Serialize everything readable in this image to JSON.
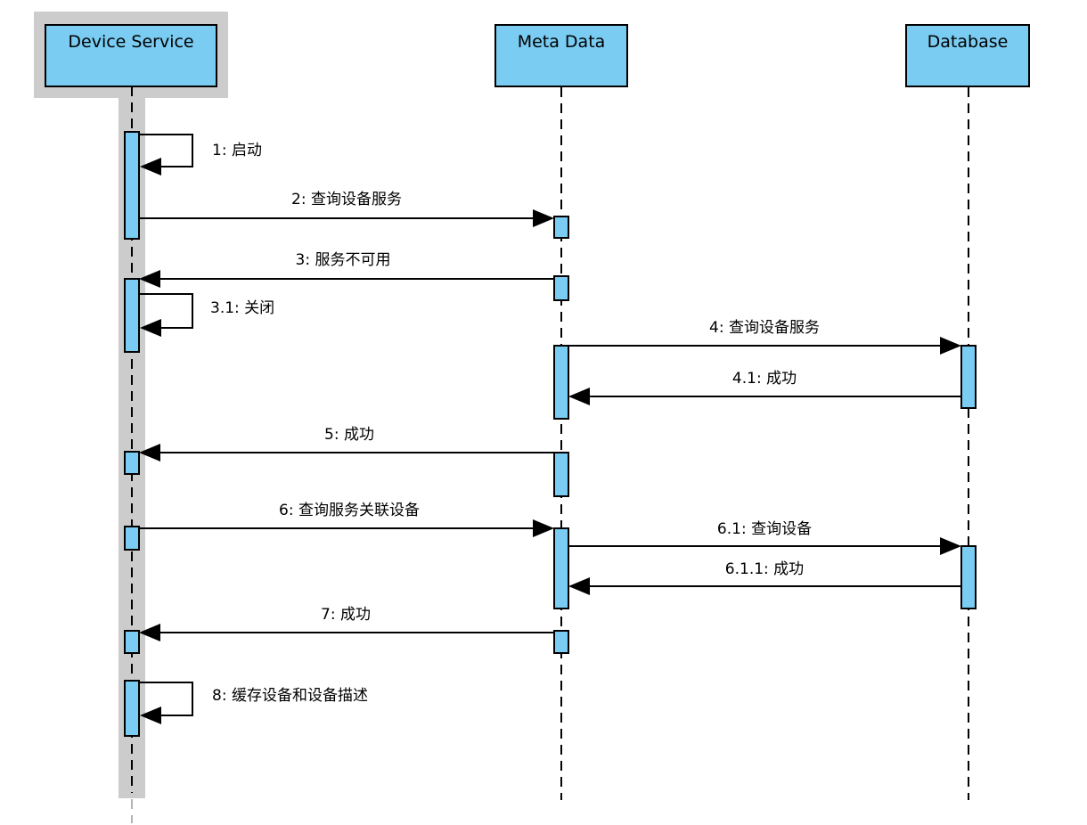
{
  "diagram": {
    "kind": "UML sequence diagram",
    "colors": {
      "element_fill": "#7accf2",
      "element_stroke": "#000000",
      "selection_highlight": "#cccccc",
      "background": "#ffffff",
      "faded_lifeline": "#b3b3b3"
    },
    "lifelines": [
      {
        "name": "Device Service",
        "selected": true
      },
      {
        "name": "Meta Data",
        "selected": false
      },
      {
        "name": "Database",
        "selected": false
      }
    ],
    "messages": [
      {
        "label": "1: 启动",
        "from": "Device Service",
        "to": "Device Service",
        "type": "self"
      },
      {
        "label": "2: 查询设备服务",
        "from": "Device Service",
        "to": "Meta Data",
        "type": "call"
      },
      {
        "label": "3: 服务不可用",
        "from": "Meta Data",
        "to": "Device Service",
        "type": "call"
      },
      {
        "label": "3.1: 关闭",
        "from": "Device Service",
        "to": "Device Service",
        "type": "self"
      },
      {
        "label": "4: 查询设备服务",
        "from": "Meta Data",
        "to": "Database",
        "type": "call"
      },
      {
        "label": "4.1: 成功",
        "from": "Database",
        "to": "Meta Data",
        "type": "call"
      },
      {
        "label": "5: 成功",
        "from": "Meta Data",
        "to": "Device Service",
        "type": "call"
      },
      {
        "label": "6: 查询服务关联设备",
        "from": "Device Service",
        "to": "Meta Data",
        "type": "call"
      },
      {
        "label": "6.1: 查询设备",
        "from": "Meta Data",
        "to": "Database",
        "type": "call"
      },
      {
        "label": "6.1.1: 成功",
        "from": "Database",
        "to": "Meta Data",
        "type": "call"
      },
      {
        "label": "7: 成功",
        "from": "Meta Data",
        "to": "Device Service",
        "type": "call"
      },
      {
        "label": "8: 缓存设备和设备描述",
        "from": "Device Service",
        "to": "Device Service",
        "type": "self"
      }
    ]
  }
}
